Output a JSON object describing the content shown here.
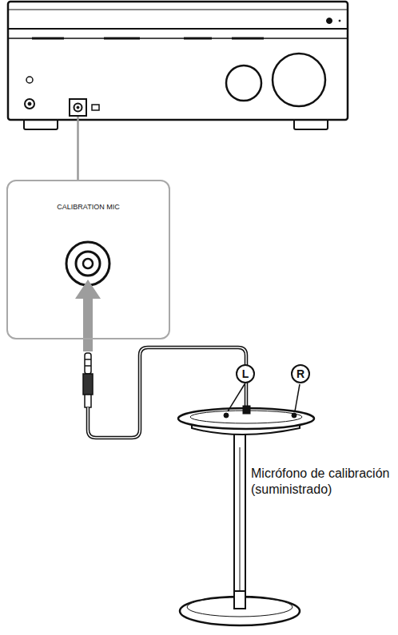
{
  "diagram": {
    "nodes": [
      {
        "text": [
          "CALIBRATION MIC"
        ]
      },
      {
        "text": [
          "L"
        ]
      },
      {
        "text": [
          "R"
        ]
      }
    ],
    "labels": [
      "Micrófono de calibración (suministrado)"
    ]
  }
}
